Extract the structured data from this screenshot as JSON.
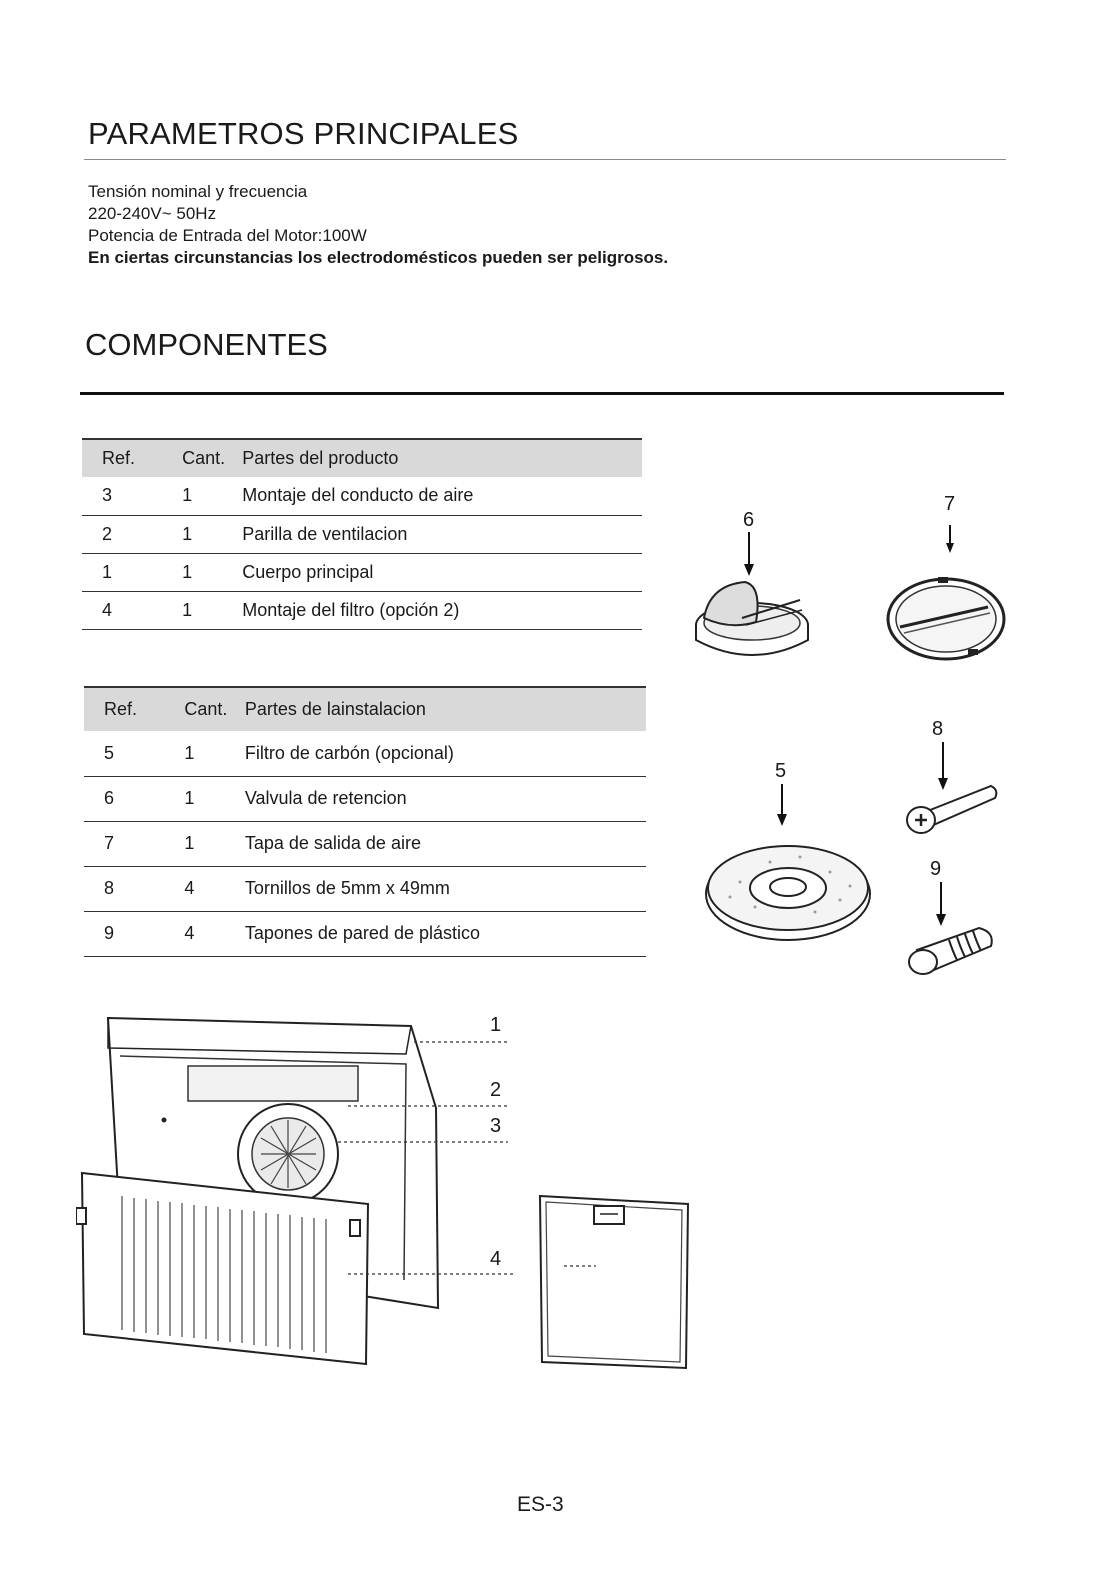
{
  "section1": {
    "title": "PARAMETROS PRINCIPALES",
    "lines": [
      "Tensión nominal y frecuencia",
      "220-240V~ 50Hz",
      "Potencia de Entrada del Motor:100W",
      "En ciertas circunstancias los electrodomésticos pueden ser peligrosos."
    ]
  },
  "section2": {
    "title": "COMPONENTES"
  },
  "table_product": {
    "headers": [
      "Ref.",
      "Cant.",
      "Partes del producto"
    ],
    "rows": [
      [
        "3",
        "1",
        "Montaje del conducto de aire"
      ],
      [
        "2",
        "1",
        "Parilla de ventilacion"
      ],
      [
        "1",
        "1",
        "Cuerpo principal"
      ],
      [
        "4",
        "1",
        "Montaje del filtro (opción 2)"
      ]
    ]
  },
  "table_install": {
    "headers": [
      "Ref.",
      "Cant.",
      "Partes de lainstalacion"
    ],
    "rows": [
      [
        "5",
        "1",
        "Filtro de carbón (opcional)"
      ],
      [
        "6",
        "1",
        "Valvula de retencion"
      ],
      [
        "7",
        "1",
        "Tapa de salida de aire"
      ],
      [
        "8",
        "4",
        "Tornillos de 5mm x 49mm"
      ],
      [
        "9",
        "4",
        "Tapones de pared de plástico"
      ]
    ]
  },
  "callouts": {
    "part6": "6",
    "part7": "7",
    "part5": "5",
    "part8": "8",
    "part9": "9",
    "hood1": "1",
    "hood2": "2",
    "hood3": "3",
    "hood4": "4"
  },
  "footer": {
    "page": "ES-3"
  },
  "icons": [
    "check-valve-icon",
    "air-outlet-cap-icon",
    "carbon-filter-icon",
    "screw-icon",
    "wall-plug-icon",
    "range-hood-icon",
    "grease-filter-icon"
  ]
}
